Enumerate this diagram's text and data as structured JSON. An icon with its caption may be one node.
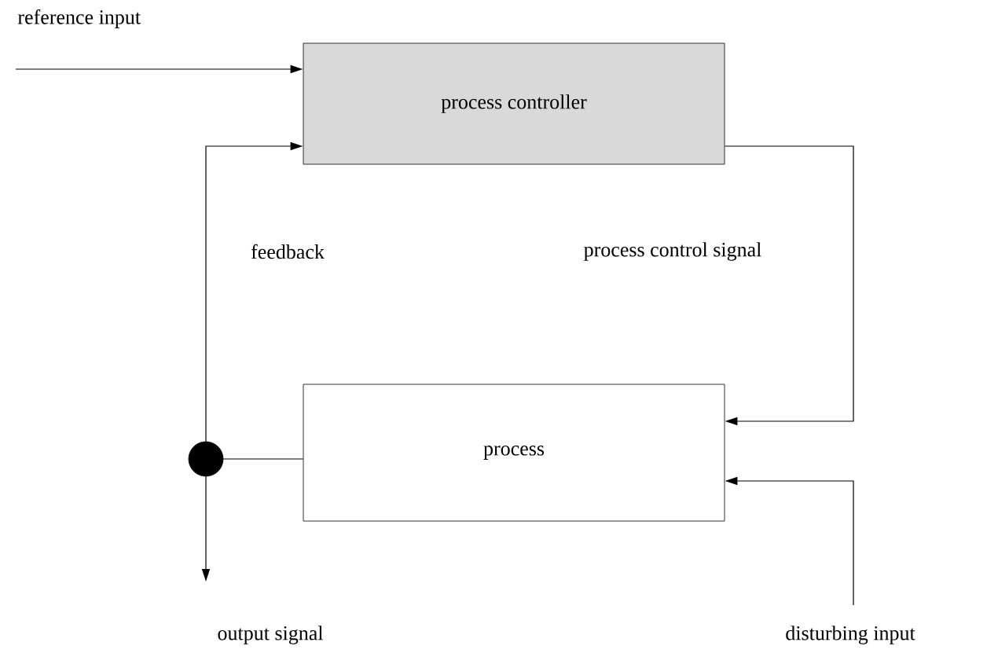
{
  "diagram": {
    "nodes": [
      {
        "text": [
          "process controller"
        ]
      },
      {
        "text": [
          "process"
        ]
      },
      {
        "text": [],
        "shape": "circle"
      }
    ],
    "edges": [
      {
        "from": null,
        "to": 0,
        "arrow": "to",
        "label": "reference input"
      },
      {
        "from": 0,
        "to": 1,
        "arrow": "to",
        "label": "process control signal"
      },
      {
        "from": 1,
        "to": 2,
        "arrow": "none"
      },
      {
        "from": 2,
        "to": 0,
        "arrow": "to",
        "label": "feedback"
      },
      {
        "from": 2,
        "to": null,
        "arrow": "to",
        "label": "output signal"
      },
      {
        "from": null,
        "to": 1,
        "arrow": "to",
        "label": "disturbing input"
      }
    ]
  }
}
